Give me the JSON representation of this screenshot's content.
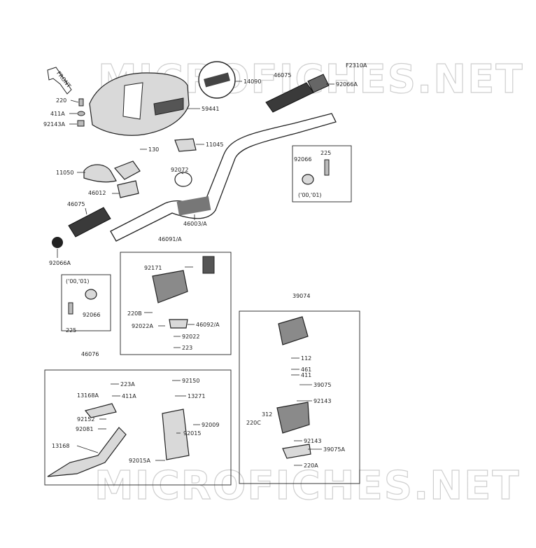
{
  "diagram_code": "F2310A",
  "watermark": "MICROFICHES.NET",
  "front_label": "FRONT",
  "labels": {
    "p220_top": "220",
    "p411A_top": "411A",
    "p92143A": "92143A",
    "p14090": "14090",
    "p46075_top": "46075",
    "p92066A_top": "92066A",
    "p59441": "59441",
    "p130": "130",
    "p11045": "11045",
    "p11050": "11050",
    "p92072": "92072",
    "p46012": "46012",
    "p46075_left": "46075",
    "p46003A": "46003/A",
    "p92066A_left": "92066A",
    "p92066_right": "92066",
    "p225_right": "225",
    "yr_right": "('00,'01)",
    "p46091A": "46091/A",
    "p92171": "92171",
    "p220B": "220B",
    "p92022A": "92022A",
    "p46092A": "46092/A",
    "p92022": "92022",
    "p223": "223",
    "yr_left": "('00,'01)",
    "p92066_left": "92066",
    "p225_left": "225",
    "p39074": "39074",
    "p112": "112",
    "p461": "461",
    "p411": "411",
    "p39075": "39075",
    "p92143_a": "92143",
    "p312": "312",
    "p220C": "220C",
    "p92143_b": "92143",
    "p39075A": "39075A",
    "p220A": "220A",
    "p46076": "46076",
    "p223A": "223A",
    "p92150": "92150",
    "p13168A": "13168A",
    "p411A_bot": "411A",
    "p13271": "13271",
    "p92152": "92152",
    "p92009": "92009",
    "p92081": "92081",
    "p92015": "92015",
    "p13168": "13168",
    "p92015A": "92015A"
  }
}
